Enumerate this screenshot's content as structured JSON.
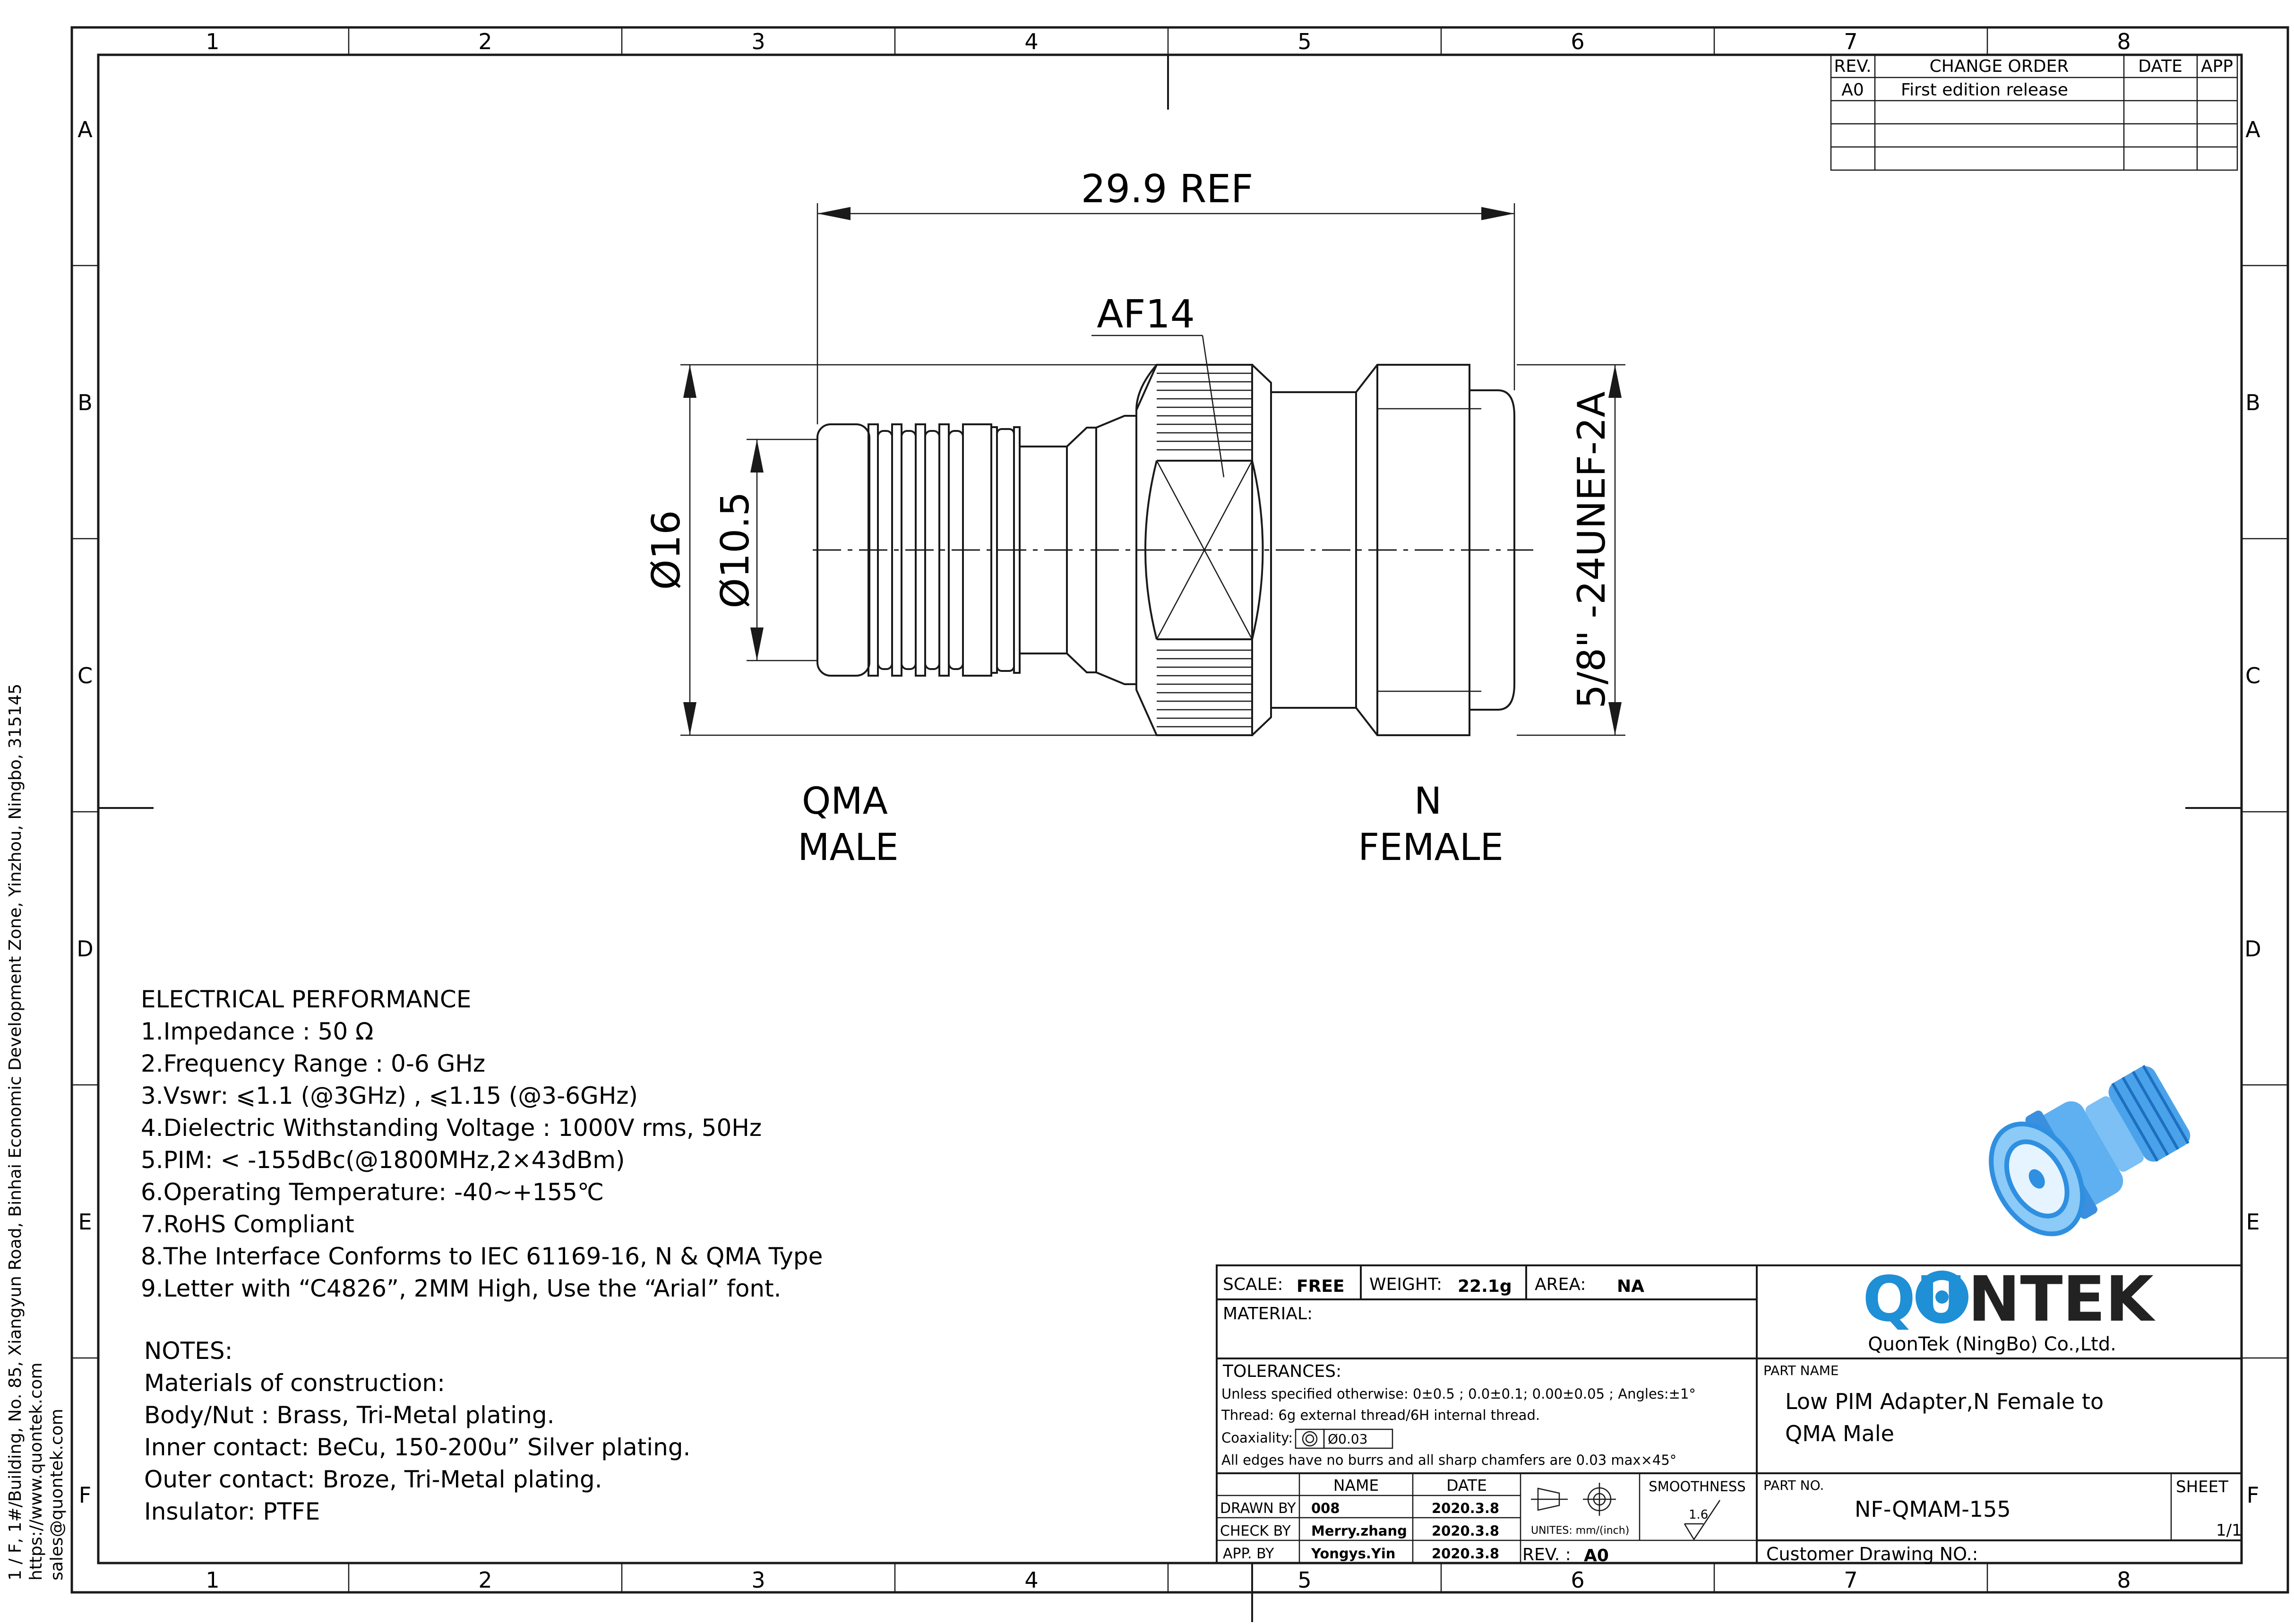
{
  "grid": {
    "cols": [
      "1",
      "2",
      "3",
      "4",
      "5",
      "6",
      "7",
      "8"
    ],
    "rows": [
      "A",
      "B",
      "C",
      "D",
      "E",
      "F"
    ]
  },
  "sidebar": {
    "address": "1 / F, 1#/Building, No. 85, Xiangyun Road, Binhai Economic Development Zone, Yinzhou, Ningbo, 315145",
    "website": "https://www.quontek.com",
    "email": "sales@quontek.com"
  },
  "revision_table": {
    "headers": [
      "REV.",
      "CHANGE ORDER",
      "DATE",
      "APP"
    ],
    "rows": [
      [
        "A0",
        "First edition release",
        "",
        ""
      ],
      [
        "",
        "",
        "",
        ""
      ],
      [
        "",
        "",
        "",
        ""
      ],
      [
        "",
        "",
        "",
        ""
      ]
    ]
  },
  "drawing": {
    "dim_length": "29.9 REF",
    "dim_hex": "AF14",
    "dim_outer_dia": "Ø16",
    "dim_inner_dia": "Ø10.5",
    "dim_thread": "5/8\" -24UNEF-2A",
    "label_left_line1": "QMA",
    "label_left_line2": "MALE",
    "label_right_line1": "N",
    "label_right_line2": "FEMALE"
  },
  "electrical": {
    "title": "ELECTRICAL PERFORMANCE",
    "items": [
      "1.Impedance :  50 Ω",
      "2.Frequency Range : 0-6 GHz",
      "3.Vswr: ⩽1.1 (@3GHz) , ⩽1.15 (@3-6GHz)",
      "4.Dielectric Withstanding Voltage : 1000V rms, 50Hz",
      "5.PIM: < -155dBc(@1800MHz,2×43dBm)",
      "6.Operating Temperature:  -40~+155℃",
      "7.RoHS Compliant",
      "8.The Interface Conforms to IEC 61169-16, N & QMA Type",
      "9.Letter with “C4826”, 2MM High, Use the “Arial” font."
    ]
  },
  "notes": {
    "title": "NOTES:",
    "items": [
      "Materials of construction:",
      "Body/Nut : Brass, Tri-Metal plating.",
      "Inner contact: BeCu, 150-200u” Silver plating.",
      "Outer contact: Broze, Tri-Metal plating.",
      "Insulator: PTFE"
    ]
  },
  "title_block": {
    "scale_label": "SCALE:",
    "scale_value": "FREE",
    "weight_label": "WEIGHT:",
    "weight_value": "22.1g",
    "area_label": "AREA:",
    "area_value": "NA",
    "material_label": "MATERIAL:",
    "tolerances_title": "TOLERANCES:",
    "tolerances_line1": "Unless specified otherwise: 0±0.5 ; 0.0±0.1; 0.00±0.05 ; Angles:±1°",
    "tolerances_line2": "Thread: 6g external thread/6H internal thread.",
    "coaxiality_label": "Coaxiality:",
    "coaxiality_value": "Ø0.03",
    "tolerances_line4": "All edges have no burrs and all sharp chamfers are 0.03 max×45°",
    "col_name": "NAME",
    "col_date": "DATE",
    "drawn_label": "DRAWN BY",
    "drawn_name": "008",
    "drawn_date": "2020.3.8",
    "check_label": "CHECK BY",
    "check_name": "Merry.zhang",
    "check_date": "2020.3.8",
    "app_label": "APP. BY",
    "app_name": "Yongys.Yin",
    "app_date": "2020.3.8",
    "units": "UNITES: mm/(inch)",
    "rev_label": "REV. :",
    "rev_value": "A0",
    "smoothness_label": "SMOOTHNESS",
    "smoothness_value": "1.6",
    "logo_left": "QU",
    "logo_right": "NTEK",
    "company": "QuonTek (NingBo) Co.,Ltd.",
    "part_name_label": "PART NAME",
    "part_name_line1": "Low PIM Adapter,N Female to",
    "part_name_line2": "QMA Male",
    "part_no_label": "PART NO.",
    "part_no_value": "NF-QMAM-155",
    "sheet_label": "SHEET",
    "sheet_value": "1/1",
    "customer_label": "Customer Drawing NO.:"
  },
  "colors": {
    "logo_blue": "#1f8fd6",
    "logo_dark": "#222222",
    "render_blue": "#2f8fe0"
  }
}
